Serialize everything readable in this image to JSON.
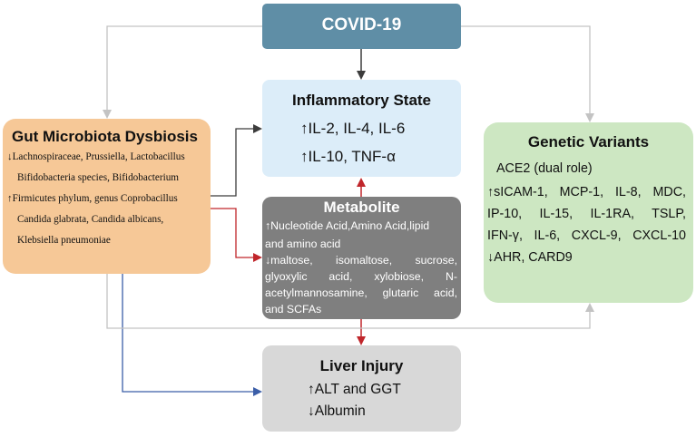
{
  "colors": {
    "covid_box": "#5f8ea6",
    "inflammatory_box": "#dcedf9",
    "metabolite_box": "#7f7f7f",
    "gut_box": "#f6c897",
    "liver_box": "#d8d8d8",
    "genetic_box": "#cde7c2",
    "arrow_gray": "#c3c3c3",
    "arrow_dark": "#3c3c3c",
    "arrow_red": "#c0262b",
    "arrow_blue": "#3b5ea8"
  },
  "icons": {
    "up": "↑",
    "down": "↓"
  },
  "covid": {
    "title": "COVID-19"
  },
  "inflammatory": {
    "title": "Inflammatory State",
    "line1": "IL-2, IL-4, IL-6",
    "line2": "IL-10, TNF-α"
  },
  "metabolite": {
    "title": "Metabolite",
    "up_line1": "Nucleotide Acid,Amino Acid,lipid",
    "up_line2": "and amino acid",
    "down_line1": "maltose,  isomaltose,  sucrose,",
    "down_line2": "glyoxylic   acid,   xylobiose,   N-",
    "down_line3": "acetylmannosamine, glutaric acid,",
    "down_line4": "and SCFAs"
  },
  "gut": {
    "title": "Gut Microbiota Dysbiosis",
    "down_line1": "Lachnospiraceae,  Prussiella,  Lactobacillus",
    "down_line2": "Bifidobacteria species,  Bifidobacterium",
    "up_line1": "Firmicutes phylum,  genus Coprobacillus",
    "up_line2": "Candida glabrata,  Candida albicans,",
    "up_line3": "Klebsiella pneumoniae"
  },
  "liver": {
    "title": "Liver Injury",
    "up_line": "ALT and GGT",
    "down_line": "Albumin"
  },
  "genetic": {
    "title": "Genetic Variants",
    "line1": "ACE2 (dual role)",
    "up_line1": "sICAM-1,  MCP-1,  IL-8,  MDC,",
    "line3": "IP-10,  IL-15,  IL-1RA,  TSLP,",
    "line4": "IFN-γ,  IL-6,  CXCL-9, CXCL-10",
    "down_line": "AHR, CARD9"
  }
}
